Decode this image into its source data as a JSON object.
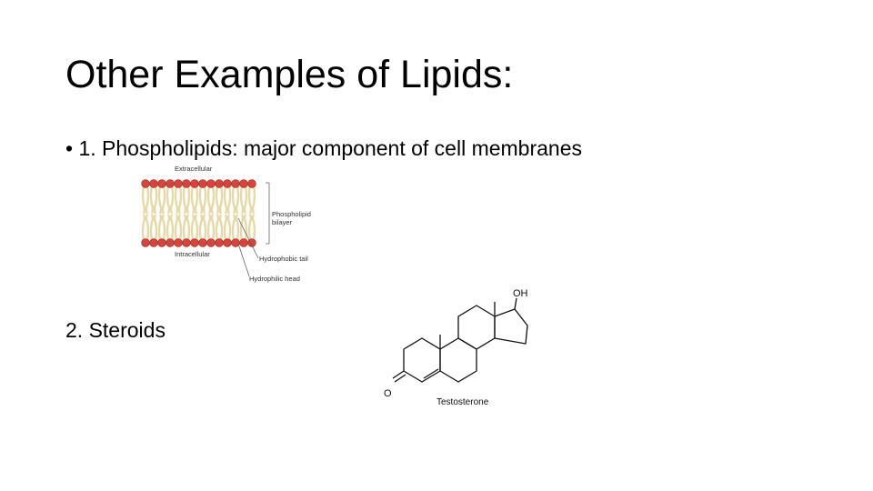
{
  "slide": {
    "title": "Other Examples of Lipids:",
    "bullet1": "• 1.  Phospholipids: major component of cell membranes",
    "bullet2": "2.  Steroids"
  },
  "bilayer_diagram": {
    "top_label": "Extracellular",
    "bottom_label": "Intracellular",
    "bilayer_label_line1": "Phospholipid",
    "bilayer_label_line2": "bilayer",
    "tail_label": "Hydrophobic tail",
    "head_label": "Hydrophilic head",
    "head_color": "#d9433a",
    "tail_color": "#e7d9a6"
  },
  "steroid_diagram": {
    "oh_label": "OH",
    "o_label": "O",
    "name_label": "Testosterone"
  }
}
